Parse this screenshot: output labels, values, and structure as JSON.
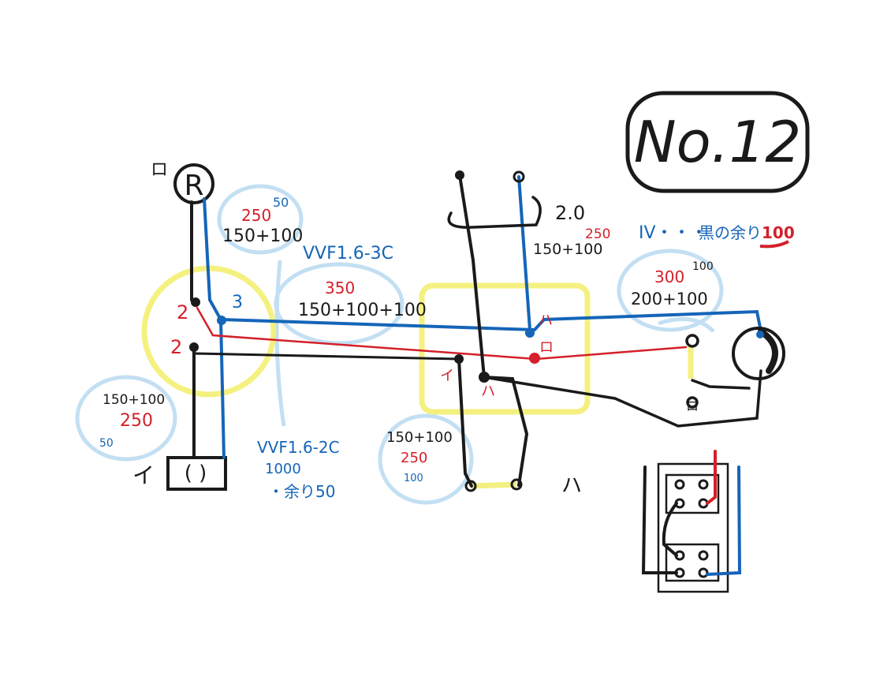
{
  "title": "No.12",
  "colors": {
    "black_wire": "#1a1a1a",
    "blue_wire": "#1565b8",
    "red_wire": "#d4202a",
    "yellow_highlight": "#f2ee6a",
    "lightblue_highlight": "#bcdcf2"
  },
  "labels": {
    "lamp_r": "R",
    "lamp_r_mark": "ロ",
    "i_mark": "イ",
    "ha_mark": "ハ",
    "cable_type_top": "VVF1.6-3C",
    "cable_type_bottom": "VVF1.6-2C",
    "iv_note_prefix": "IV・・・",
    "iv_note_mid": "黒の余り",
    "iv_note_value": "100",
    "wire_2_0": "2.0",
    "n2_a": "2",
    "n2_b": "2",
    "n3": "3",
    "rock_left": "ロ",
    "i_left": "イ",
    "i_right": "イ",
    "ro_right": "ロ",
    "ha_bottom_left": "ハ",
    "ha_right": "ハ",
    "ha_yellow": "ハ"
  },
  "measurements": {
    "top_left_total": "250",
    "top_left_calc": "150+100",
    "top_left_extra": "50",
    "center_total": "350",
    "center_calc": "150+100+100",
    "top_center_total": "250",
    "top_center_calc": "150+100",
    "right_total": "300",
    "right_calc": "200+100",
    "right_extra": "100",
    "left_bottom_calc": "150+100",
    "left_bottom_total": "250",
    "left_bottom_extra": "50",
    "bottom_length": "1000",
    "bottom_note": "・余り50",
    "bottom_center_calc": "150+100",
    "bottom_center_total": "250",
    "bottom_center_extra": "100"
  },
  "symbols": {
    "outlet": "( )"
  }
}
